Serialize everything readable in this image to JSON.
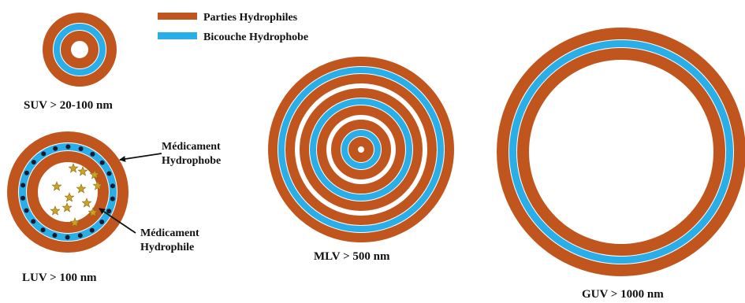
{
  "colors": {
    "hydrophilic": "#c0561d",
    "hydrophobic": "#29aee8",
    "gap": "#ffffff",
    "drug_hydrophobic": "#1a1a2e",
    "drug_hydrophilic": "#c9a227",
    "text": "#111111"
  },
  "legend": {
    "hydrophilic_label": "Parties Hydrophiles",
    "hydrophobic_label": "Bicouche Hydrophobe"
  },
  "vesicles": {
    "suv": {
      "label": "SUV > 20-100 nm",
      "bilayers": 1
    },
    "luv": {
      "label": "LUV > 100 nm",
      "bilayers": 1
    },
    "mlv": {
      "label": "MLV > 500 nm",
      "bilayers": 3
    },
    "guv": {
      "label": "GUV > 1000 nm",
      "bilayers": 1
    }
  },
  "annotations": {
    "hydrophobic_drug": {
      "line1": "Médicament",
      "line2": "Hydrophobe"
    },
    "hydrophilic_drug": {
      "line1": "Médicament",
      "line2": "Hydrophile"
    }
  },
  "icons": {
    "hydrophobic_drug": "dot",
    "hydrophilic_drug": "star"
  }
}
